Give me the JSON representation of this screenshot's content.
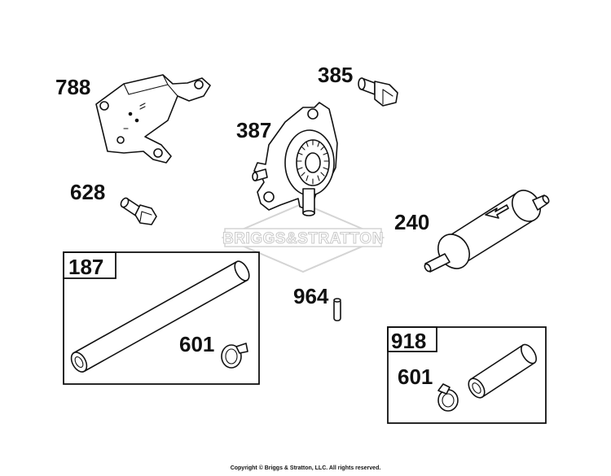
{
  "watermark": {
    "text": "BRIGGS&STRATTON"
  },
  "parts": [
    {
      "id": "788"
    },
    {
      "id": "385"
    },
    {
      "id": "387"
    },
    {
      "id": "628"
    },
    {
      "id": "240"
    },
    {
      "id": "964"
    }
  ],
  "boxes": [
    {
      "kit_number": "187",
      "contents": [
        {
          "id": "601"
        }
      ]
    },
    {
      "kit_number": "918",
      "contents": [
        {
          "id": "601"
        }
      ]
    }
  ],
  "copyright": "Copyright © Briggs & Stratton, LLC. All rights reserved."
}
